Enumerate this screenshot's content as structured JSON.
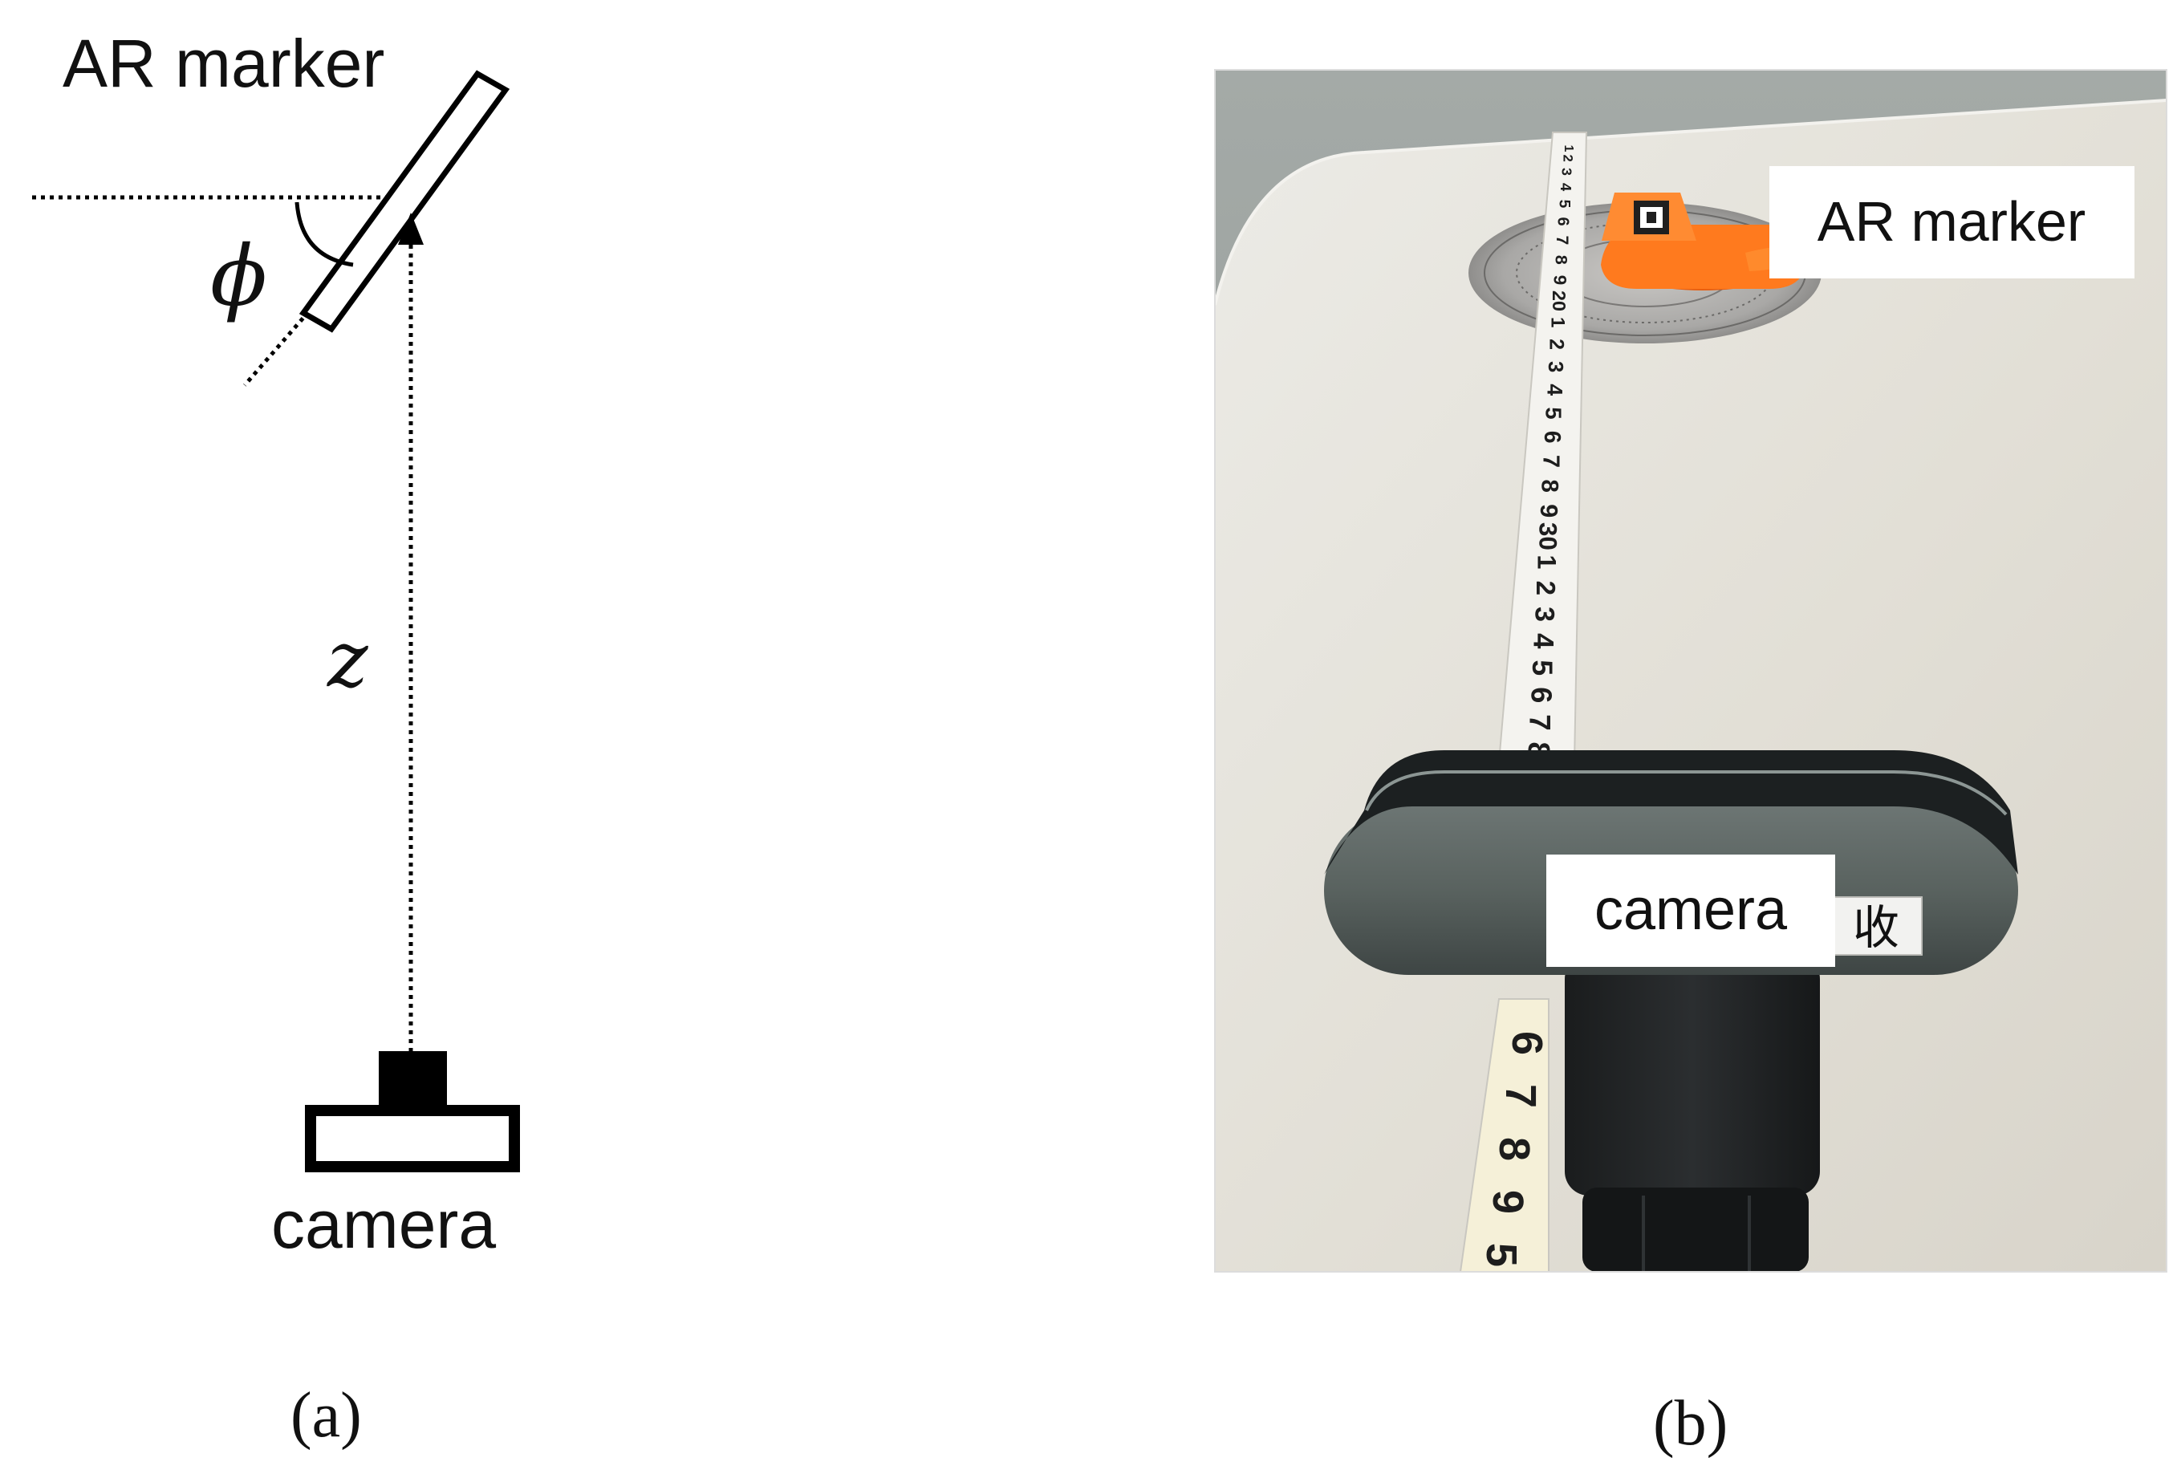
{
  "panel_a": {
    "marker_label": "AR marker",
    "camera_label": "camera",
    "angle_symbol": "ϕ",
    "distance_symbol": "z",
    "caption": "(a)"
  },
  "panel_b": {
    "marker_label": "AR marker",
    "camera_label": "camera",
    "caption": "(b)",
    "tape_far_numbers": [
      "1",
      "2",
      "3",
      "4",
      "5",
      "6",
      "7",
      "8",
      "9",
      "20",
      "1",
      "2",
      "3",
      "4",
      "5",
      "6",
      "7",
      "8",
      "9",
      "30",
      "1",
      "2",
      "3",
      "4",
      "5",
      "6",
      "7",
      "8"
    ],
    "tape_near_numbers": [
      "6",
      "7",
      "8",
      "9",
      "5"
    ],
    "sticker_text": "收",
    "colors": {
      "wall": "#9aa09d",
      "table": "#e3e0d8",
      "tape": "#f4f3ef",
      "marker_holder": "#ff7a1e",
      "camera_body": "#5a6361",
      "camera_top": "#1c2021",
      "label_box": "#ffffff"
    }
  }
}
